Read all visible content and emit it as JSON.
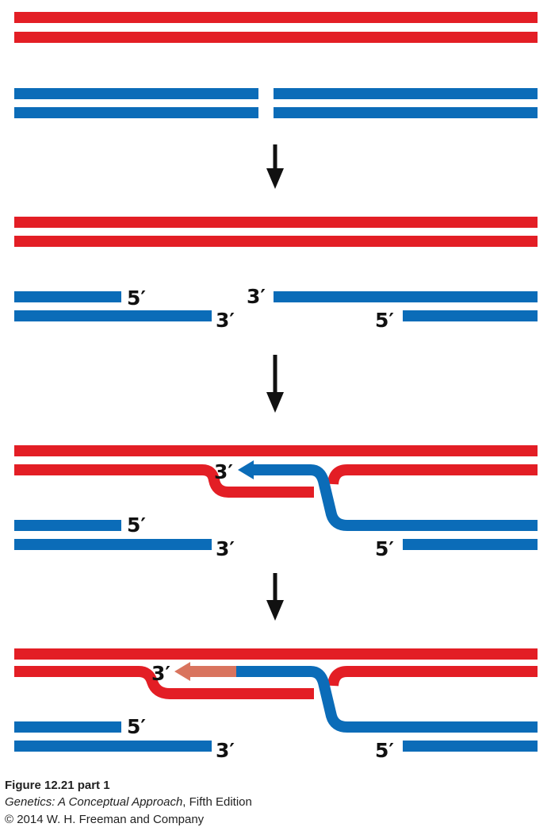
{
  "colors": {
    "red": "#e31e25",
    "blue": "#0b6cb8",
    "new_dna": "#d9745e",
    "arrow": "#111111"
  },
  "labels": {
    "five_prime": "5′",
    "three_prime": "3′"
  },
  "caption": {
    "figure": "Figure 12.21 part 1",
    "book_title": "Genetics: A Conceptual Approach",
    "edition": ", Fifth Edition",
    "copyright": "© 2014 W. H. Freeman and Company"
  }
}
